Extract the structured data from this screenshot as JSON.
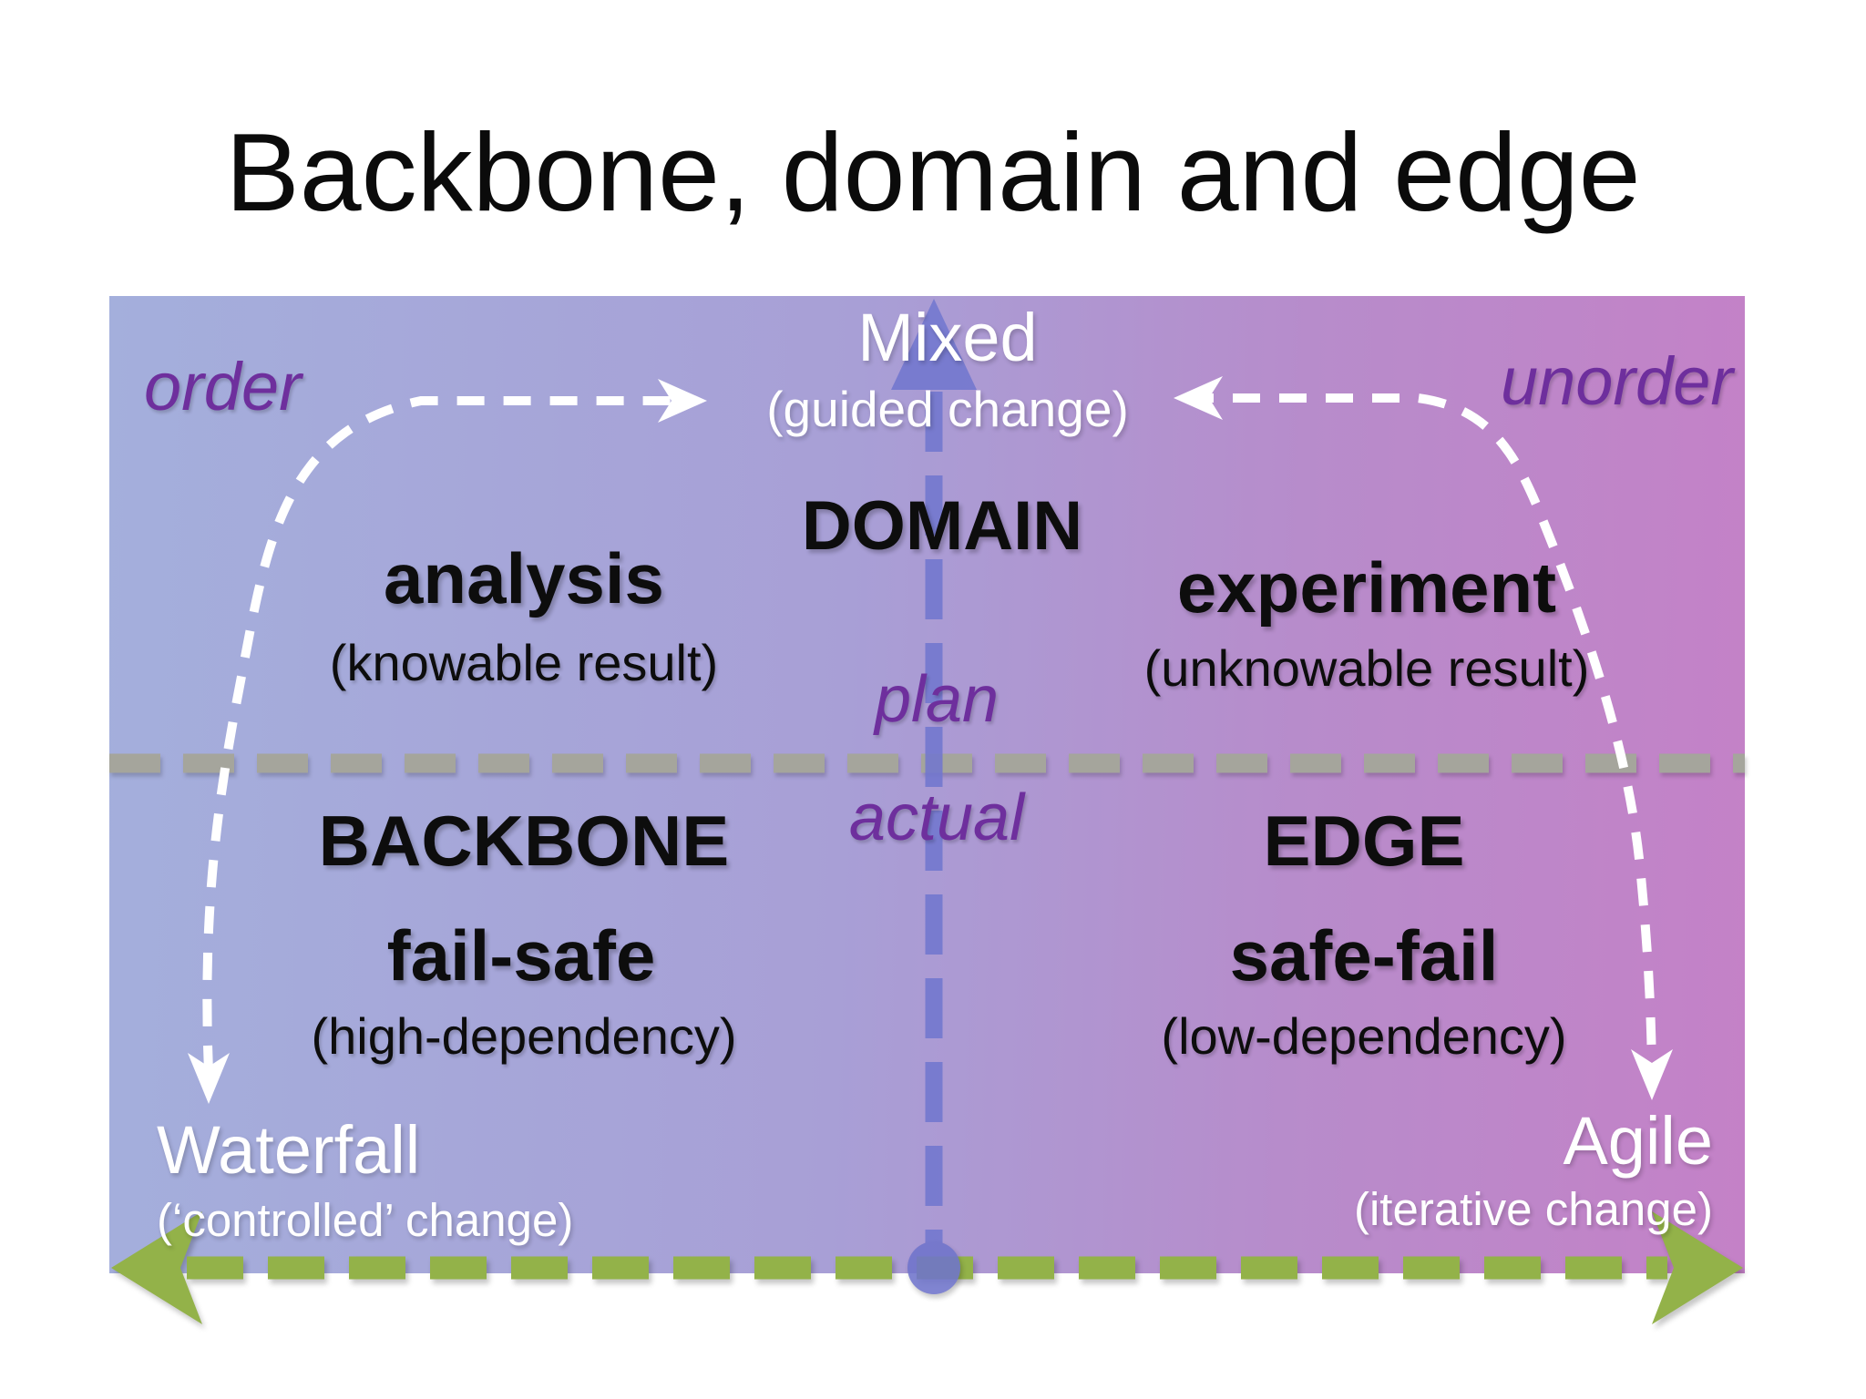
{
  "title": "Backbone, domain and edge",
  "corners": {
    "top_left": {
      "label": "order"
    },
    "top_right": {
      "label": "unorder"
    }
  },
  "axis": {
    "top_label": "Mixed",
    "top_sublabel": "(guided change)",
    "upper_mid_label": "plan",
    "lower_mid_label": "actual"
  },
  "quadrants": {
    "center_top": {
      "label": "DOMAIN"
    },
    "top_left": {
      "label": "analysis",
      "sublabel": "(knowable result)"
    },
    "top_right": {
      "label": "experiment",
      "sublabel": "(unknowable result)"
    },
    "bottom_left": {
      "title": "BACKBONE",
      "label": "fail-safe",
      "sublabel": "(high-dependency)"
    },
    "bottom_right": {
      "title": "EDGE",
      "label": "safe-fail",
      "sublabel": "(low-dependency)"
    }
  },
  "bottom": {
    "left": {
      "label": "Waterfall",
      "sublabel": "(‘controlled’ change)"
    },
    "right": {
      "label": "Agile",
      "sublabel": "(iterative change)"
    }
  },
  "graphics": {
    "vertical_axis": "blue-dashed-up-arrow",
    "origin_dot": "blue-circle-marker",
    "boundary_line": "gray-dashed-horizontal-line",
    "bottom_axis": "green-dashed-double-arrow",
    "left_path": "white-dashed-curve-mixed-to-waterfall",
    "right_path": "white-dashed-curve-mixed-to-agile"
  },
  "colors": {
    "gradient_left": "#a4afdc",
    "gradient_right": "#c481c7",
    "purple_label": "#6e2f9d",
    "axis_blue": "#7277cf",
    "boundary_gray": "#a5a59c",
    "bottom_green": "#93b249",
    "path_white": "#ffffff"
  }
}
